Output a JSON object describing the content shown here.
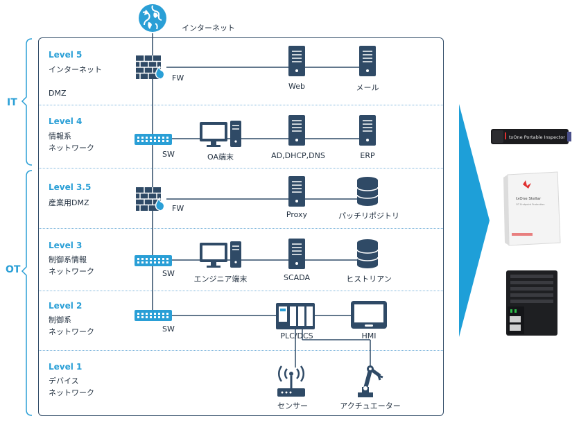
{
  "internet_label": "インターネット",
  "brackets": {
    "it": "IT",
    "ot": "OT"
  },
  "levels": [
    {
      "level": "Level 5",
      "desc": "インターネット\n\nDMZ"
    },
    {
      "level": "Level 4",
      "desc": "情報系\nネットワーク"
    },
    {
      "level": "Level 3.5",
      "desc": "産業用DMZ"
    },
    {
      "level": "Level 3",
      "desc": "制御系情報\nネットワーク"
    },
    {
      "level": "Level 2",
      "desc": "制御系\nネットワーク"
    },
    {
      "level": "Level 1",
      "desc": "デバイス\nネットワーク"
    }
  ],
  "devices": {
    "fw": "FW",
    "sw": "SW",
    "web": "Web",
    "mail": "メール",
    "oa": "OA端末",
    "ad": "AD,DHCP,DNS",
    "erp": "ERP",
    "proxy": "Proxy",
    "patch": "パッチリポジトリ",
    "eng": "エンジニア端末",
    "scada": "SCADA",
    "historian": "ヒストリアン",
    "plc": "PLC/DCS",
    "hmi": "HMI",
    "sensor": "センサー",
    "actuator": "アクチュエーター"
  },
  "products": {
    "usb_text": "txOne Portable Inspector",
    "box_brand": "txOne Stellar",
    "box_sub": "OT Endpoint Protection"
  },
  "colors": {
    "accent": "#2a9fd6",
    "dark": "#2f4a66",
    "arrow": "#1e9fd8"
  }
}
